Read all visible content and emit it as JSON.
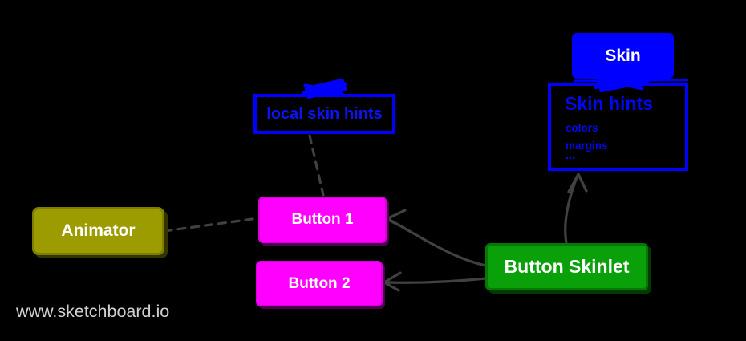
{
  "canvas": {
    "background": "#000000"
  },
  "watermark": {
    "text": "www.sketchboard.io",
    "color": "#d2d2d2"
  },
  "nodes": {
    "skin": {
      "label": "Skin",
      "fill": "#0000ff",
      "text_color": "#ffffff",
      "shape": "rounded-rect"
    },
    "skin_hints": {
      "title": "Skin hints",
      "items": [
        "colors",
        "margins",
        "..."
      ],
      "border_color": "#0000ff",
      "text_color": "#0008ee",
      "shape": "sketch-rect-outline"
    },
    "local_skin_hints": {
      "label": "local skin hints",
      "border_color": "#0000ff",
      "text_color": "#0a14f5",
      "shape": "sketch-rect-outline"
    },
    "animator": {
      "label": "Animator",
      "fill": "#9c9c00",
      "text_color": "#ffffff",
      "shape": "rounded-rect"
    },
    "button1": {
      "label": "Button 1",
      "fill": "#ff00ff",
      "text_color": "#ffffff",
      "shape": "rounded-rect"
    },
    "button2": {
      "label": "Button 2",
      "fill": "#ff00ff",
      "text_color": "#ffffff",
      "shape": "rounded-rect"
    },
    "button_skinlet": {
      "label": "Button Skinlet",
      "fill": "#0aa00a",
      "text_color": "#ffffff",
      "shape": "rounded-rect"
    }
  },
  "edges": [
    {
      "id": "animator-to-button1",
      "from": "Animator",
      "to": "Button 1",
      "style": "dashed",
      "arrow": "none",
      "color": "#414141"
    },
    {
      "id": "local-skin-hints-to-button1",
      "from": "local skin hints",
      "to": "Button 1",
      "style": "dashed",
      "arrow": "none",
      "color": "#414141"
    },
    {
      "id": "button-skinlet-to-button1",
      "from": "Button Skinlet",
      "to": "Button 1",
      "style": "solid-curve",
      "arrow": "open",
      "color": "#414141"
    },
    {
      "id": "button-skinlet-to-button2",
      "from": "Button Skinlet",
      "to": "Button 2",
      "style": "solid-curve",
      "arrow": "open",
      "color": "#414141"
    },
    {
      "id": "button-skinlet-to-skin-hints",
      "from": "Button Skinlet",
      "to": "Skin hints",
      "style": "solid-curve",
      "arrow": "open",
      "color": "#414141"
    },
    {
      "id": "skin-attached-to-skin-hints",
      "from": "Skin",
      "to": "Skin hints",
      "style": "scribble-attachment",
      "color": "#0000ff"
    },
    {
      "id": "local-skin-hints-top-attachment",
      "from": "local skin hints",
      "to": "local skin hints",
      "style": "scribble-attachment",
      "color": "#0000ff"
    }
  ],
  "colors": {
    "background": "#000000",
    "blue": "#0000ff",
    "magenta": "#ff00ff",
    "green": "#0aa00a",
    "olive": "#9c9c00",
    "connector_gray": "#414141",
    "watermark_gray": "#d2d2d2"
  }
}
